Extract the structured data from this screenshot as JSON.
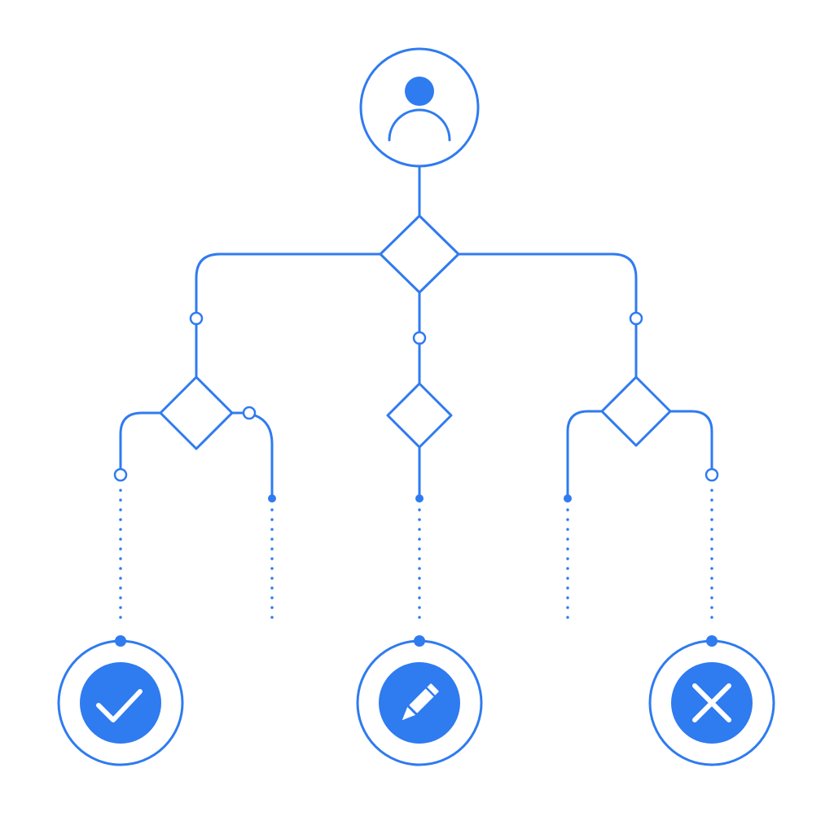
{
  "colors": {
    "accent": "#2f7bf0",
    "background": "#ffffff",
    "icon_foreground": "#ffffff"
  },
  "diagram": {
    "type": "decision-tree-flowchart",
    "root": {
      "icon": "user-sad-icon"
    },
    "decisions": [
      {
        "id": "root-decision"
      },
      {
        "id": "left-decision"
      },
      {
        "id": "middle-decision"
      },
      {
        "id": "right-decision"
      }
    ],
    "outcomes": [
      {
        "id": "approve",
        "icon": "check-icon"
      },
      {
        "id": "edit",
        "icon": "pencil-icon"
      },
      {
        "id": "reject",
        "icon": "close-icon"
      }
    ]
  }
}
